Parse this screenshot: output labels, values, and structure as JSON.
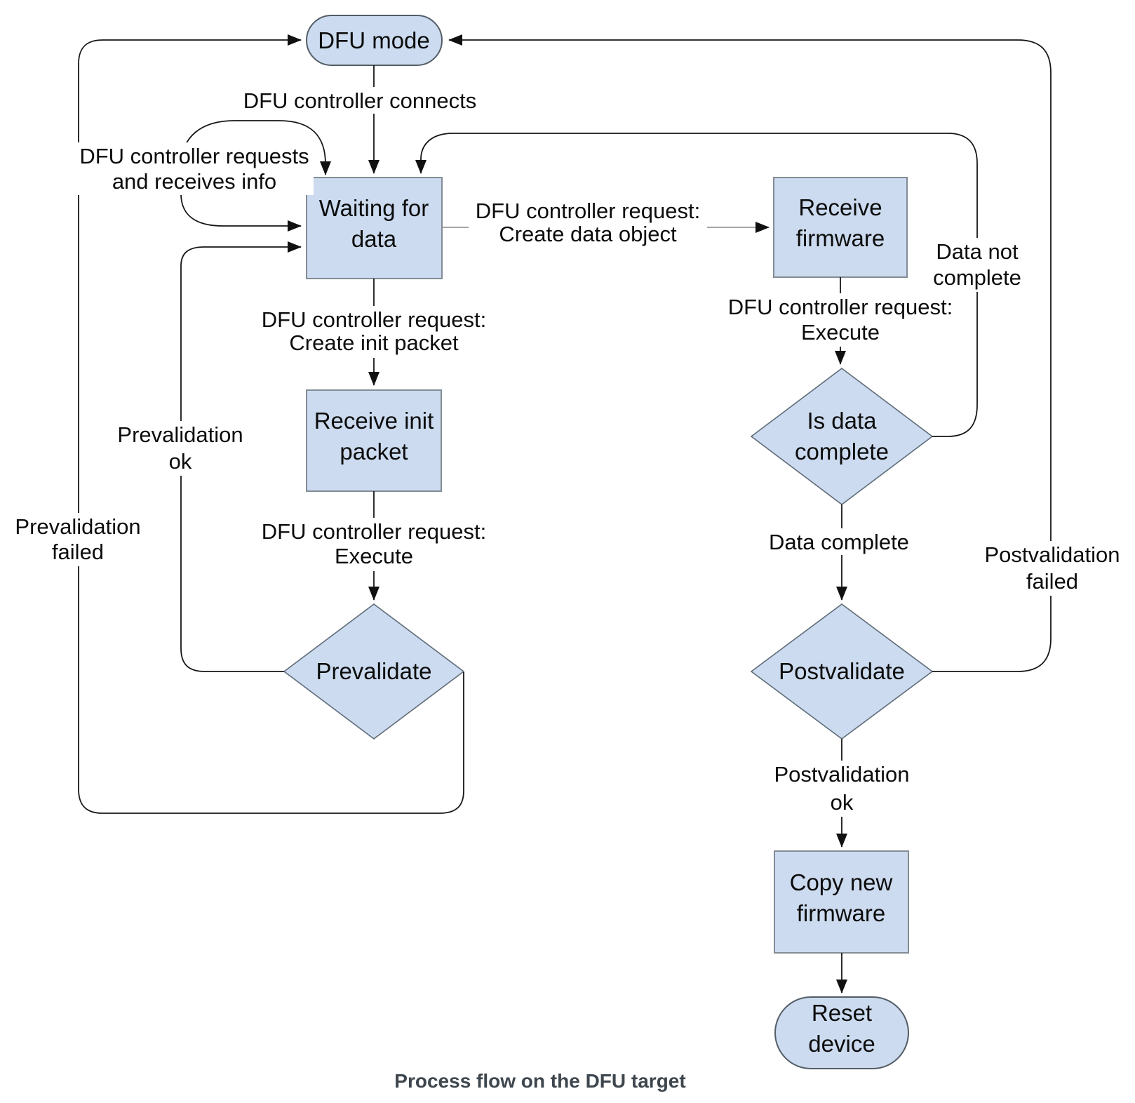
{
  "diagram": {
    "caption": "Process flow on the DFU target",
    "colors": {
      "node_fill": "#ccdbef",
      "rect_stroke": "#828c95",
      "diamond_stroke": "#5f6c78",
      "stadium_stroke": "#535d66",
      "edge_line": "#161616",
      "gray_edge_line": "#999999",
      "caption_color": "#3e464e"
    },
    "nodes": {
      "dfu_mode": {
        "label": "DFU mode"
      },
      "waiting_for_data": {
        "line1": "Waiting for",
        "line2": "data"
      },
      "receive_firmware": {
        "line1": "Receive",
        "line2": "firmware"
      },
      "receive_init_packet": {
        "line1": "Receive init",
        "line2": "packet"
      },
      "prevalidate": {
        "label": "Prevalidate"
      },
      "is_data_complete": {
        "line1": "Is data",
        "line2": "complete"
      },
      "postvalidate": {
        "label": "Postvalidate"
      },
      "copy_new_firmware": {
        "line1": "Copy new",
        "line2": "firmware"
      },
      "reset_device": {
        "line1": "Reset",
        "line2": "device"
      }
    },
    "edge_labels": {
      "dfu_controller_connects": {
        "line1": "DFU controller connects"
      },
      "requests_receives_info": {
        "line1": "DFU controller requests",
        "line2": "and receives info"
      },
      "create_data_object": {
        "line1": "DFU controller request:",
        "line2": "Create data object"
      },
      "execute_right": {
        "line1": "DFU controller request:",
        "line2": "Execute"
      },
      "data_not_complete": {
        "line1": "Data not",
        "line2": "complete"
      },
      "data_complete": {
        "line1": "Data complete"
      },
      "create_init_packet": {
        "line1": "DFU controller request:",
        "line2": "Create init packet"
      },
      "execute_left": {
        "line1": "DFU controller request:",
        "line2": "Execute"
      },
      "prevalidation_ok": {
        "line1": "Prevalidation",
        "line2": "ok"
      },
      "prevalidation_failed": {
        "line1": "Prevalidation",
        "line2": "failed"
      },
      "postvalidation_ok": {
        "line1": "Postvalidation",
        "line2": "ok"
      },
      "postvalidation_failed": {
        "line1": "Postvalidation",
        "line2": "failed"
      }
    }
  }
}
